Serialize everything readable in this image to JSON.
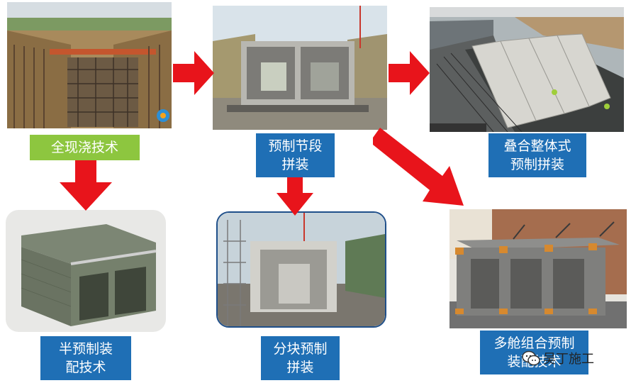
{
  "nodes": {
    "cast": {
      "label": "全现浇技术",
      "color": "#8dc63f"
    },
    "segment": {
      "line1": "预制节段",
      "line2": "拼装",
      "color": "#1f6fb5"
    },
    "composite": {
      "line1": "叠合整体式",
      "line2": "预制拼装",
      "color": "#1f6fb5"
    },
    "semi": {
      "line1": "半预制装",
      "line2": "配技术",
      "color": "#1f6fb5"
    },
    "block": {
      "line1": "分块预制",
      "line2": "拼装",
      "color": "#1f6fb5"
    },
    "multi": {
      "line1": "多舱组合预制",
      "line2": "装配技术",
      "color": "#1f6fb5"
    }
  },
  "arrow_color": "#e8141b",
  "watermark": {
    "text": "吴丁施工",
    "icon": "wechat-icon"
  }
}
